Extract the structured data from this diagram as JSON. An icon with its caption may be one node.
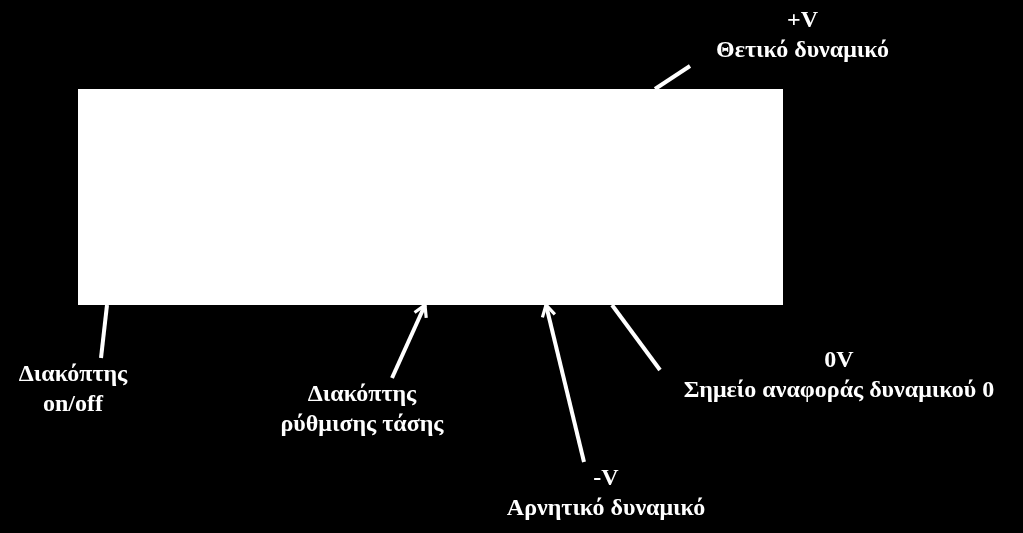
{
  "diagram": {
    "nodes": [
      {
        "text": [],
        "shape": "box"
      },
      {
        "text": [
          "+V",
          "Θετικό δυναμικό"
        ]
      },
      {
        "text": [
          "Διακόπτης on/off"
        ]
      },
      {
        "text": [
          "Διακόπτης ρύθμισης τάσης"
        ]
      },
      {
        "text": [
          "-V",
          "Αρνητικό δυναμικό"
        ]
      },
      {
        "text": [
          "0V",
          "Σημείο αναφοράς δυναμικού 0"
        ]
      }
    ],
    "edges": [
      {
        "from": 1,
        "to": 0,
        "arrow": "none"
      },
      {
        "from": 2,
        "to": 0,
        "arrow": "none"
      },
      {
        "from": 3,
        "to": 0,
        "arrow": "to"
      },
      {
        "from": 4,
        "to": 0,
        "arrow": "to"
      },
      {
        "from": 5,
        "to": 0,
        "arrow": "none"
      }
    ]
  }
}
